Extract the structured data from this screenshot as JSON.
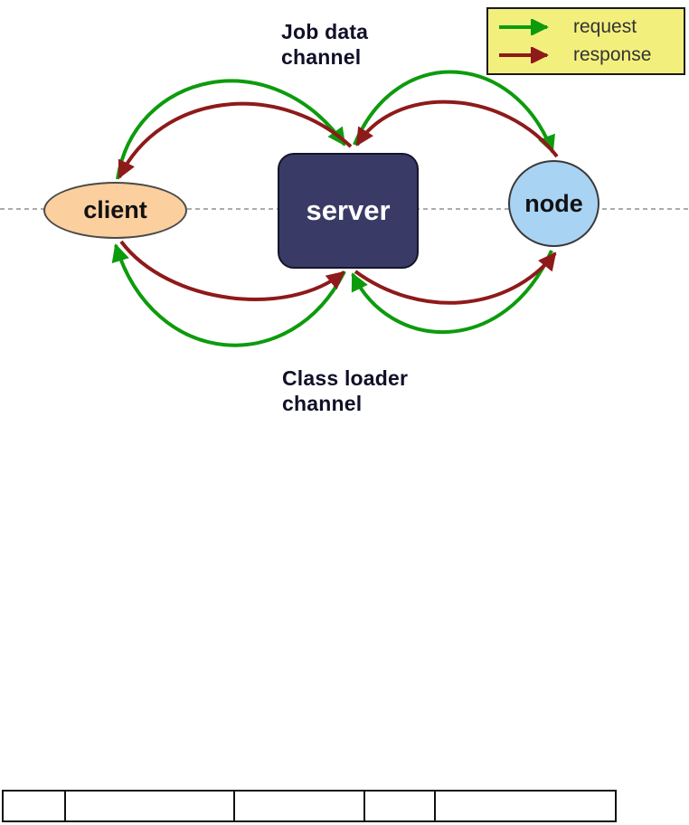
{
  "diagram": {
    "channels": {
      "job_data": {
        "line1": "Job data",
        "line2": "channel"
      },
      "class_loader": {
        "line1": "Class loader",
        "line2": "channel"
      }
    },
    "nodes": {
      "client": {
        "label": "client",
        "fill": "#fbcf9e"
      },
      "server": {
        "label": "server",
        "fill": "#393b66"
      },
      "node": {
        "label": "node",
        "fill": "#a9d3f3"
      }
    },
    "legend": {
      "background": "#f3ef7d",
      "items": [
        {
          "label": "request",
          "type": "request"
        },
        {
          "label": "response",
          "type": "response"
        }
      ]
    },
    "arrow_colors": {
      "request": "#0d9b0d",
      "response": "#8e1a1a"
    },
    "edges": [
      {
        "channel": "job_data",
        "type": "request",
        "from": "client",
        "to": "server"
      },
      {
        "channel": "job_data",
        "type": "response",
        "from": "server",
        "to": "client"
      },
      {
        "channel": "job_data",
        "type": "request",
        "from": "server",
        "to": "node"
      },
      {
        "channel": "job_data",
        "type": "response",
        "from": "node",
        "to": "server"
      },
      {
        "channel": "class_loader",
        "type": "request",
        "from": "server",
        "to": "client"
      },
      {
        "channel": "class_loader",
        "type": "response",
        "from": "client",
        "to": "server"
      },
      {
        "channel": "class_loader",
        "type": "request",
        "from": "node",
        "to": "server"
      },
      {
        "channel": "class_loader",
        "type": "response",
        "from": "server",
        "to": "node"
      }
    ]
  },
  "table": {
    "rows": [
      [
        "",
        "",
        "",
        "",
        ""
      ]
    ]
  }
}
